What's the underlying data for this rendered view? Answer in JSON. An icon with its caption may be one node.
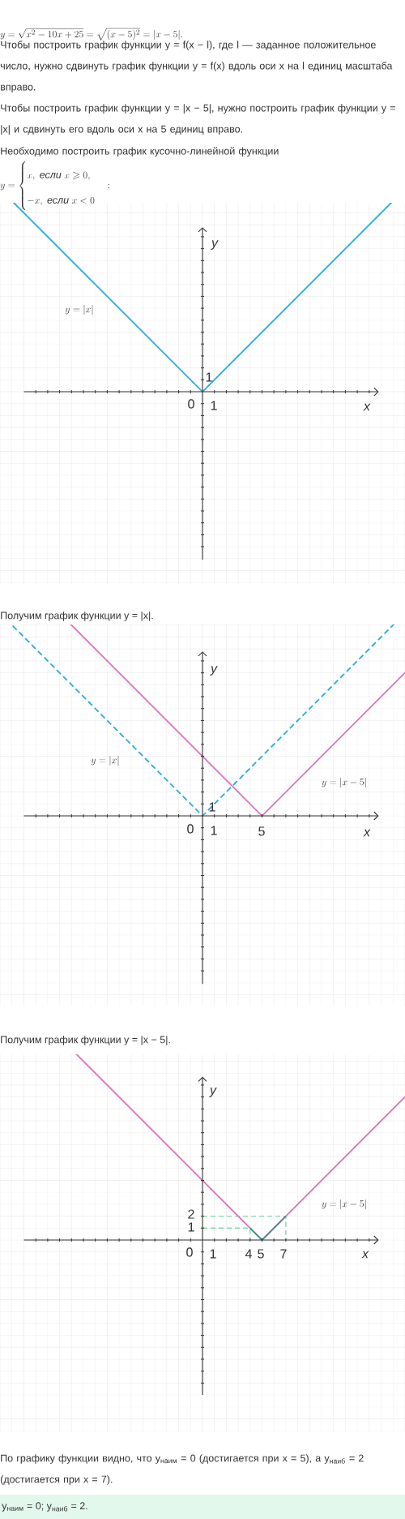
{
  "diagram": {
    "labels": [
      "y=\\sqrt{x^2-10x+25}=\\sqrt{(x-5)^2}=|x-5|.",
      "Чтобы построить график функции y = f(x − l), где l — заданное положительное число, нужно сдвинуть график функции y = f(x) вдоль оси x на l единиц масштаба вправо.",
      "Чтобы построить график функции y = |x − 5|, нужно построить график функции y = |x| и сдвинуть его вдоль оси x на 5 единиц вправо.",
      "Необходимо построить график кусочно-линейной функции",
      "y=\\begin{cases} x,\\ \\textit{если}\\ x\\geqslant 0,\\\\ -x,\\ \\textit{если}\\ x<0\\end{cases};",
      "y",
      "1",
      "0",
      "1",
      "x",
      "y=|x|",
      "Получим график функции y = |x|.",
      "y",
      "y=|x|",
      "y=|x-5|",
      "1",
      "0",
      "1",
      "5",
      "x",
      "Получим график функции y = |x − 5|.",
      "y",
      "y=|x-5|",
      "2",
      "1",
      "0",
      "1",
      "4",
      "5",
      "7",
      "x",
      "По графику функции видно, что y$_{наим}$ = 0 (достигается при x = 5), а y$_{наиб}$ = 2 (достигается при x = 7).",
      "y$_{наим}$ = 0; y$_{наиб}$ = 2."
    ]
  }
}
